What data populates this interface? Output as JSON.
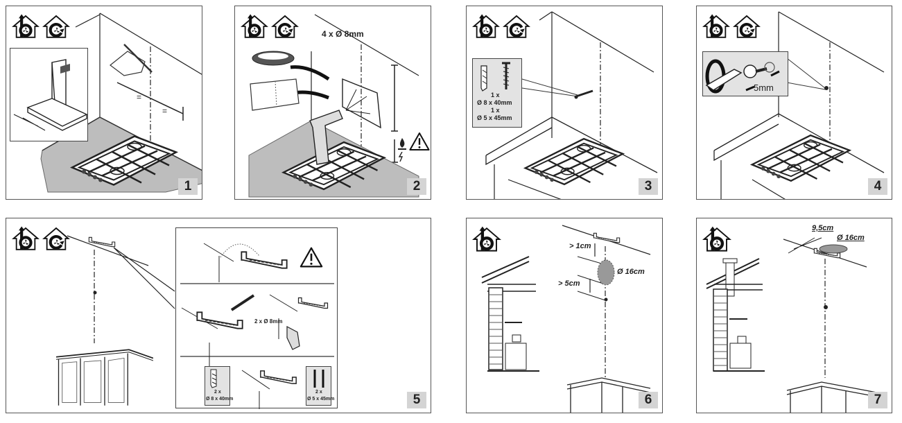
{
  "document": {
    "type": "installation-instructions",
    "subject": "Chimney cooker hood wall mounting"
  },
  "icons": {
    "ducted_mode": "ducted-extraction-house-icon",
    "recirculation_mode": "recirculation-house-icon",
    "warning": "warning-triangle-icon",
    "gas_flame": "gas-flame-icon",
    "electric": "electric-bolt-icon"
  },
  "steps": [
    {
      "number": "1",
      "modes": [
        "ducted",
        "recirculation"
      ],
      "labels": {
        "eq_left": "=",
        "eq_right": "="
      }
    },
    {
      "number": "2",
      "modes": [
        "ducted",
        "recirculation"
      ],
      "labels": {
        "drill": "4 x Ø 8mm"
      }
    },
    {
      "number": "3",
      "modes": [
        "ducted",
        "recirculation"
      ],
      "labels": {
        "qty_plug": "1 x",
        "plug": "Ø 8 x 40mm",
        "qty_screw": "1 x",
        "screw": "Ø 5 x 45mm"
      }
    },
    {
      "number": "4",
      "modes": [
        "ducted",
        "recirculation"
      ],
      "labels": {
        "gap": "5mm"
      }
    },
    {
      "number": "5",
      "modes": [
        "ducted",
        "recirculation"
      ],
      "labels": {
        "drill": "2 x Ø 8mm",
        "qty_plug": "2 x",
        "plug": "Ø 8 x 40mm",
        "qty_screw": "2 x",
        "screw": "Ø 5 x 45mm"
      }
    },
    {
      "number": "6",
      "modes": [
        "ducted"
      ],
      "labels": {
        "min_top": "> 1cm",
        "duct": "Ø 16cm",
        "min_bottom": "> 5cm"
      }
    },
    {
      "number": "7",
      "modes": [
        "ducted"
      ],
      "labels": {
        "offset": "9,5cm",
        "duct": "Ø 16cm"
      }
    }
  ]
}
